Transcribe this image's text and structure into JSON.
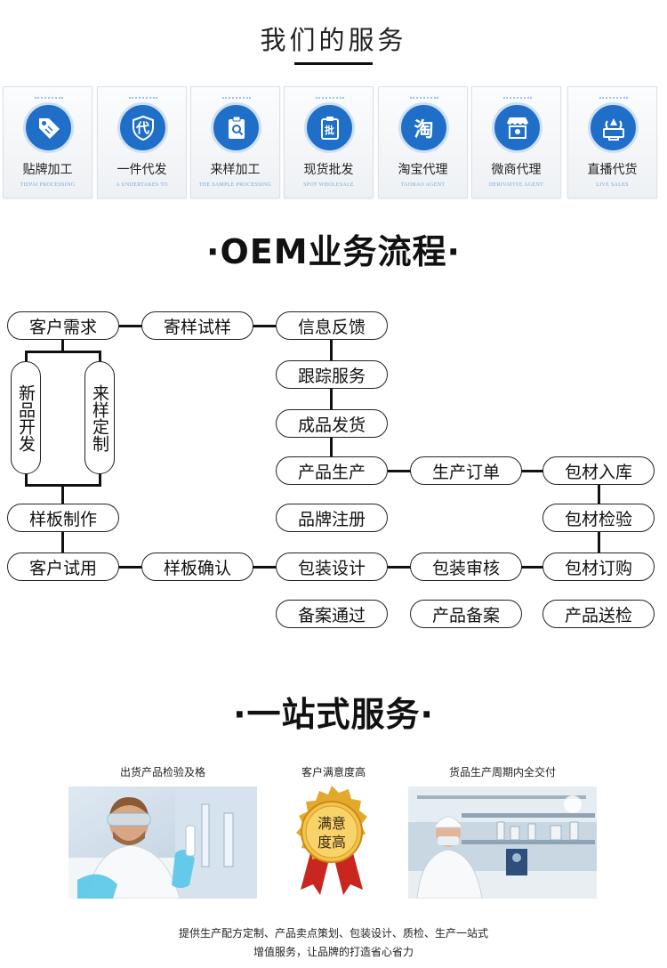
{
  "section1": {
    "title": "我们的服务",
    "cards": [
      {
        "name": "贴牌加工",
        "en": "TIEPAI PROCESSING",
        "icon": "tag-icon"
      },
      {
        "name": "一件代发",
        "en": "A UNDERTAKES TO",
        "icon": "shield-icon",
        "glyph": "代"
      },
      {
        "name": "来样加工",
        "en": "THE SAMPLE PROCESSING",
        "icon": "clipboard-wrench-icon"
      },
      {
        "name": "现货批发",
        "en": "SPOT WHOLESALE",
        "icon": "clipboard-icon",
        "glyph": "批"
      },
      {
        "name": "淘宝代理",
        "en": "TAOBAO AGENT",
        "icon": "taobao-icon",
        "glyph": "淘"
      },
      {
        "name": "微商代理",
        "en": "DERIVATIVE AGENT",
        "icon": "storefront-icon"
      },
      {
        "name": "直播代货",
        "en": "LIVE SALES",
        "icon": "live-stream-icon"
      }
    ]
  },
  "section2": {
    "title": "·OEM业务流程·",
    "nodes": {
      "kehu_xuqiu": "客户需求",
      "jiyang_shiyang": "寄样试样",
      "xinxi_fankui": "信息反馈",
      "xinpin_kaifa": "新品开发",
      "laiyang_dingzhi": "来样定制",
      "genzong_fuwu": "跟踪服务",
      "chengpin_fahuo": "成品发货",
      "chanpin_shengchan": "产品生产",
      "shengchan_dingdan": "生产订单",
      "baocai_ruku": "包材入库",
      "yangban_zhizuo": "样板制作",
      "pinpai_zhuce": "品牌注册",
      "baocai_jianyan": "包材检验",
      "kehu_shiyong": "客户试用",
      "yangban_queren": "样板确认",
      "baozhuang_sheji": "包装设计",
      "baozhuang_shenhe": "包装审核",
      "baocai_dinggou": "包材订购",
      "bei_an_tongguo": "备案通过",
      "chanpin_bei_an": "产品备案",
      "chanpin_songjian": "产品送检"
    }
  },
  "section3": {
    "title": "·一站式服务·",
    "captions": [
      "出货产品检验及格",
      "客户满意度高",
      "货品生产周期内全交付"
    ],
    "medal_text_line1": "满意",
    "medal_text_line2": "度高",
    "footer_line1": "提供生产配方定制、产品卖点策划、包装设计、质检、生产一站式",
    "footer_line2": "增值服务，让品牌的打造省心省力"
  },
  "colors": {
    "icon_blue": "#1f6fc8",
    "card_subtitle": "#7fa7d3",
    "medal_gold": "#e3a92c",
    "ribbon_red": "#c8261e"
  }
}
